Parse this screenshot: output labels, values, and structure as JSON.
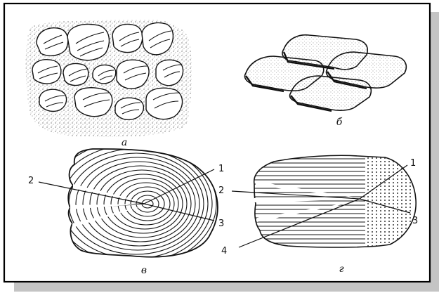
{
  "panels": {
    "a": {
      "caption": "а"
    },
    "b": {
      "caption": "б"
    },
    "v": {
      "caption": "в",
      "numbers": [
        "1",
        "2",
        "3"
      ]
    },
    "g": {
      "caption": "г",
      "numbers": [
        "1",
        "2",
        "3",
        "4"
      ]
    }
  },
  "colors": {
    "ink": "#111111",
    "shadow": "#c4c4c4",
    "frame": "#000000",
    "paper": "#ffffff"
  }
}
